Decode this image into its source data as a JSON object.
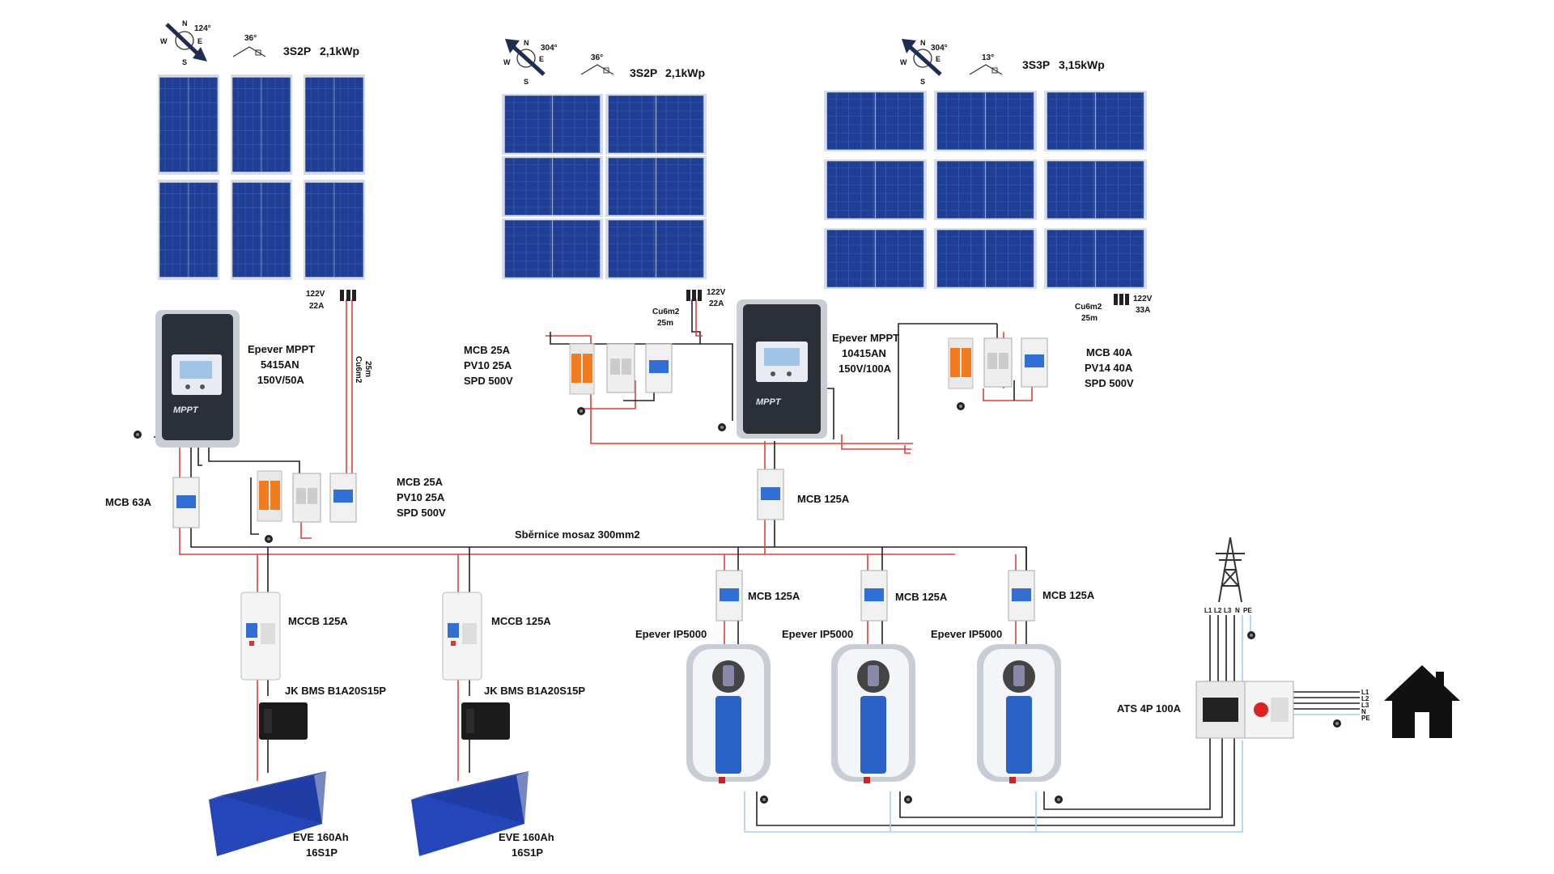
{
  "colors": {
    "panel": "#1c3a8c",
    "panel_frame": "#b9c2d0",
    "wire_pos": "#e0403a",
    "wire_neg": "#222222",
    "wire_ac": "#9fd2f0",
    "controller_body": "#2b3038",
    "inverter_blue": "#2a62c8",
    "breaker_blue": "#2f6fd6",
    "spd_orange": "#f07c1e",
    "battery_blue": "#2546b8"
  },
  "arrays": [
    {
      "config": "3S2P",
      "power": "2,1kWp",
      "azimuth": "124°",
      "tilt": "36°",
      "compass": [
        "N",
        "E",
        "S",
        "W"
      ]
    },
    {
      "config": "3S2P",
      "power": "2,1kWp",
      "azimuth": "304°",
      "tilt": "36°",
      "compass": [
        "N",
        "E",
        "S",
        "W"
      ]
    },
    {
      "config": "3S3P",
      "power": "3,15kWp",
      "azimuth": "304°",
      "tilt": "13°",
      "compass": [
        "N",
        "E",
        "S",
        "W"
      ]
    }
  ],
  "pv_lines": [
    {
      "voltage": "122V",
      "current": "22A",
      "cable": "Cu6m2",
      "length": "25m"
    },
    {
      "voltage": "122V",
      "current": "22A",
      "cable": "Cu6m2",
      "length": "25m"
    },
    {
      "voltage": "122V",
      "current": "33A",
      "cable": "Cu6m2",
      "length": "25m"
    }
  ],
  "controllers": [
    {
      "name": "Epever MPPT",
      "model": "5415AN",
      "rating": "150V/50A",
      "face_label": "MPPT"
    },
    {
      "name": "Epever MPPT",
      "model": "10415AN",
      "rating": "150V/100A",
      "face_label": "MPPT"
    }
  ],
  "pv_protection": [
    {
      "mcb": "MCB 25A",
      "fuse": "PV10 25A",
      "spd": "SPD 500V"
    },
    {
      "mcb": "MCB 25A",
      "fuse": "PV10 25A",
      "spd": "SPD 500V"
    },
    {
      "mcb": "MCB 40A",
      "fuse": "PV14 40A",
      "spd": "SPD 500V"
    }
  ],
  "breakers": {
    "mppt1_out": "MCB 63A",
    "mppt2_out": "MCB 125A",
    "inverters": [
      "MCB 125A",
      "MCB 125A",
      "MCB 125A"
    ],
    "batteries": [
      "MCCB 125A",
      "MCCB 125A"
    ]
  },
  "busbar": "Sběrnice mosaz 300mm2",
  "bms": [
    "JK BMS B1A20S15P",
    "JK BMS B1A20S15P"
  ],
  "batteries": [
    {
      "name": "EVE 160Ah",
      "config": "16S1P"
    },
    {
      "name": "EVE 160Ah",
      "config": "16S1P"
    }
  ],
  "inverters": [
    "Epever IP5000",
    "Epever IP5000",
    "Epever IP5000"
  ],
  "ats": "ATS 4P 100A",
  "grid_terminals": [
    "L1",
    "L2",
    "L3",
    "N",
    "PE"
  ],
  "house_terminals": [
    "L1",
    "L2",
    "L3",
    "N",
    "PE"
  ]
}
